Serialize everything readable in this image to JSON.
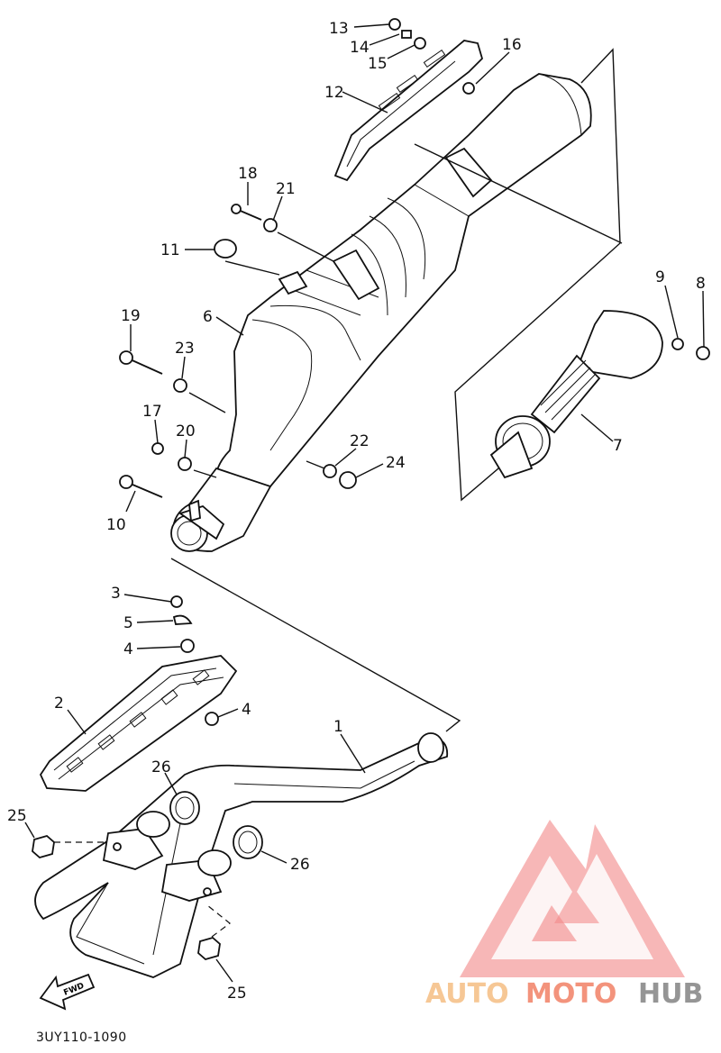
{
  "callouts": [
    {
      "id": "13",
      "text": "13"
    },
    {
      "id": "14",
      "text": "14"
    },
    {
      "id": "15",
      "text": "15"
    },
    {
      "id": "16",
      "text": "16"
    },
    {
      "id": "12",
      "text": "12"
    },
    {
      "id": "18",
      "text": "18"
    },
    {
      "id": "21",
      "text": "21"
    },
    {
      "id": "11",
      "text": "11"
    },
    {
      "id": "9",
      "text": "9"
    },
    {
      "id": "8",
      "text": "8"
    },
    {
      "id": "19",
      "text": "19"
    },
    {
      "id": "6",
      "text": "6"
    },
    {
      "id": "23",
      "text": "23"
    },
    {
      "id": "17",
      "text": "17"
    },
    {
      "id": "20",
      "text": "20"
    },
    {
      "id": "22",
      "text": "22"
    },
    {
      "id": "24",
      "text": "24"
    },
    {
      "id": "7",
      "text": "7"
    },
    {
      "id": "10",
      "text": "10"
    },
    {
      "id": "3",
      "text": "3"
    },
    {
      "id": "5",
      "text": "5"
    },
    {
      "id": "4a",
      "text": "4"
    },
    {
      "id": "4b",
      "text": "4"
    },
    {
      "id": "2",
      "text": "2"
    },
    {
      "id": "1",
      "text": "1"
    },
    {
      "id": "26a",
      "text": "26"
    },
    {
      "id": "25a",
      "text": "25"
    },
    {
      "id": "26b",
      "text": "26"
    },
    {
      "id": "25b",
      "text": "25"
    }
  ],
  "fwd_label": "FWD",
  "diagram_code": "3UY110-1090",
  "watermark": {
    "part1": "AUTO",
    "part2": "MOTO",
    "part3": "HUB",
    "color_light": "#f6c28a",
    "color_mid": "#f2886e",
    "color_dark": "#8a8a8a",
    "logo_color": "#f07a7a"
  }
}
